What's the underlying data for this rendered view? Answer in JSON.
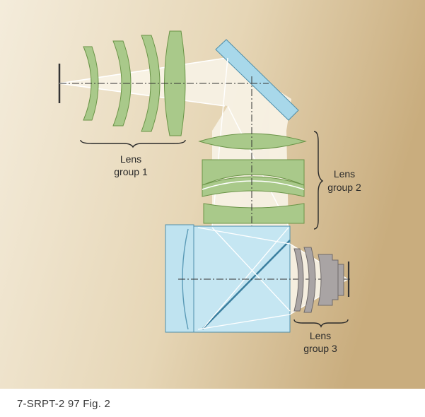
{
  "labels": {
    "group1_line1": "Lens",
    "group1_line2": "group 1",
    "group2_line1": "Lens",
    "group2_line2": "group 2",
    "group3_line1": "Lens",
    "group3_line2": "group 3"
  },
  "caption": "7-SRPT-2 97 Fig. 2",
  "colors": {
    "background_start": "#efe6d3",
    "background_end": "#cfb68a",
    "lens_green": "#a9c98a",
    "lens_green_stroke": "#5f8c3e",
    "mirror_blue": "#a8d8ea",
    "prism_blue": "#bfe3f0",
    "lens_gray": "#a9a4a4",
    "beam": "#f7f1e2",
    "axis_line": "#2b2b2b"
  },
  "icons": {
    "object_plane": "vertical-line",
    "image_plane": "vertical-line"
  }
}
